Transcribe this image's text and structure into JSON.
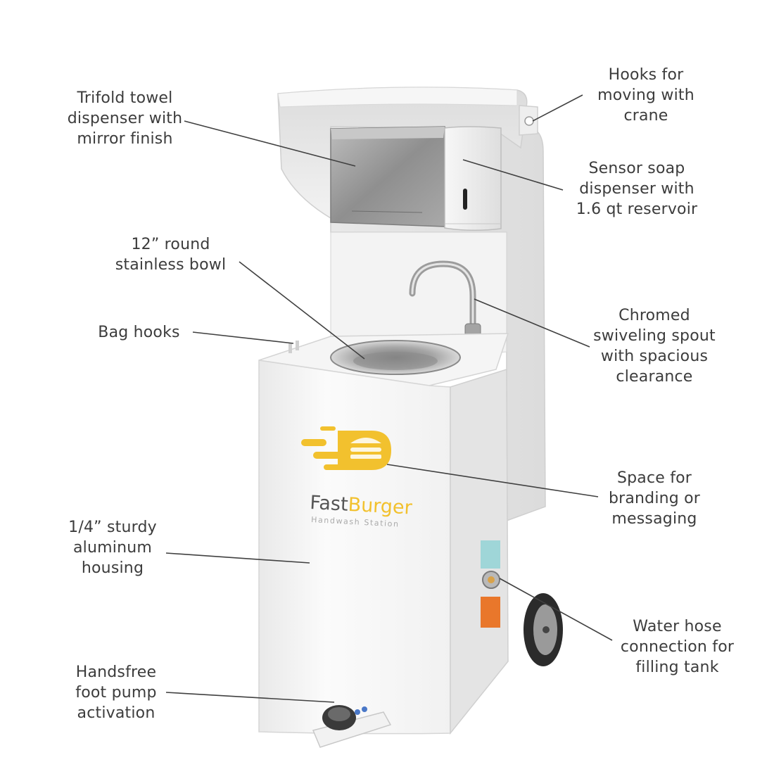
{
  "colors": {
    "text": "#3c3c3c",
    "leader_line": "#404040",
    "housing": "#f4f4f4",
    "brand_yellow": "#f2c12e",
    "brand_dark": "#565656",
    "brand_sub": "#aaaaaa",
    "stainless": "#9a9a9a",
    "inlet_tag": "#9fd6d8",
    "warning_tag": "#e9772b"
  },
  "brand": {
    "name_part1": "Fast",
    "name_part2": "Burger",
    "subtitle": "Handwash Station"
  },
  "callouts": [
    {
      "id": "towel",
      "icon": "towel-dispenser",
      "lines": [
        "Trifold towel",
        "dispenser with",
        "mirror finish"
      ]
    },
    {
      "id": "hooks-crane",
      "icon": "lifting-hook",
      "lines": [
        "Hooks for",
        "moving with",
        "crane"
      ]
    },
    {
      "id": "soap",
      "icon": "soap-dispenser",
      "lines": [
        "Sensor soap",
        "dispenser with",
        "1.6 qt reservoir"
      ]
    },
    {
      "id": "bowl",
      "icon": "bowl",
      "lines": [
        "12” round",
        "stainless bowl"
      ]
    },
    {
      "id": "bag-hooks",
      "icon": "bag-hook",
      "lines": [
        "Bag hooks"
      ]
    },
    {
      "id": "spout",
      "icon": "faucet",
      "lines": [
        "Chromed",
        "swiveling spout",
        "with spacious",
        "clearance"
      ]
    },
    {
      "id": "branding",
      "icon": "logo-area",
      "lines": [
        "Space for",
        "branding or",
        "messaging"
      ]
    },
    {
      "id": "housing",
      "icon": "housing",
      "lines": [
        "1/4” sturdy",
        "aluminum",
        "housing"
      ]
    },
    {
      "id": "water-hose",
      "icon": "hose-inlet",
      "lines": [
        "Water hose",
        "connection for",
        "filling tank"
      ]
    },
    {
      "id": "foot-pump",
      "icon": "foot-pump",
      "lines": [
        "Handsfree",
        "foot pump",
        "activation"
      ]
    }
  ]
}
